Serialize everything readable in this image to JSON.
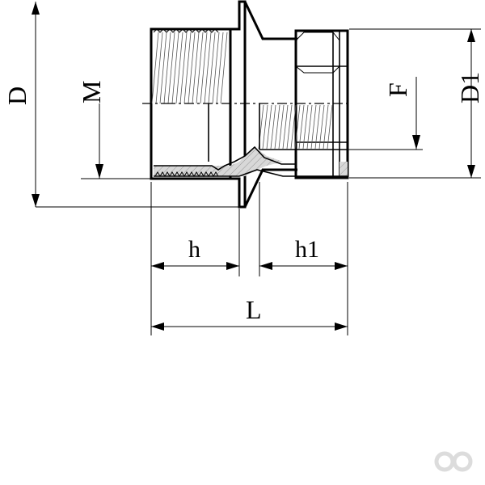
{
  "dimensions": {
    "D": "D",
    "M": "M",
    "F": "F",
    "D1": "D1",
    "h": "h",
    "h1": "h1",
    "L": "L"
  },
  "logo": {
    "icon": "infinity-logo-icon",
    "color": "#dcdcdc"
  }
}
